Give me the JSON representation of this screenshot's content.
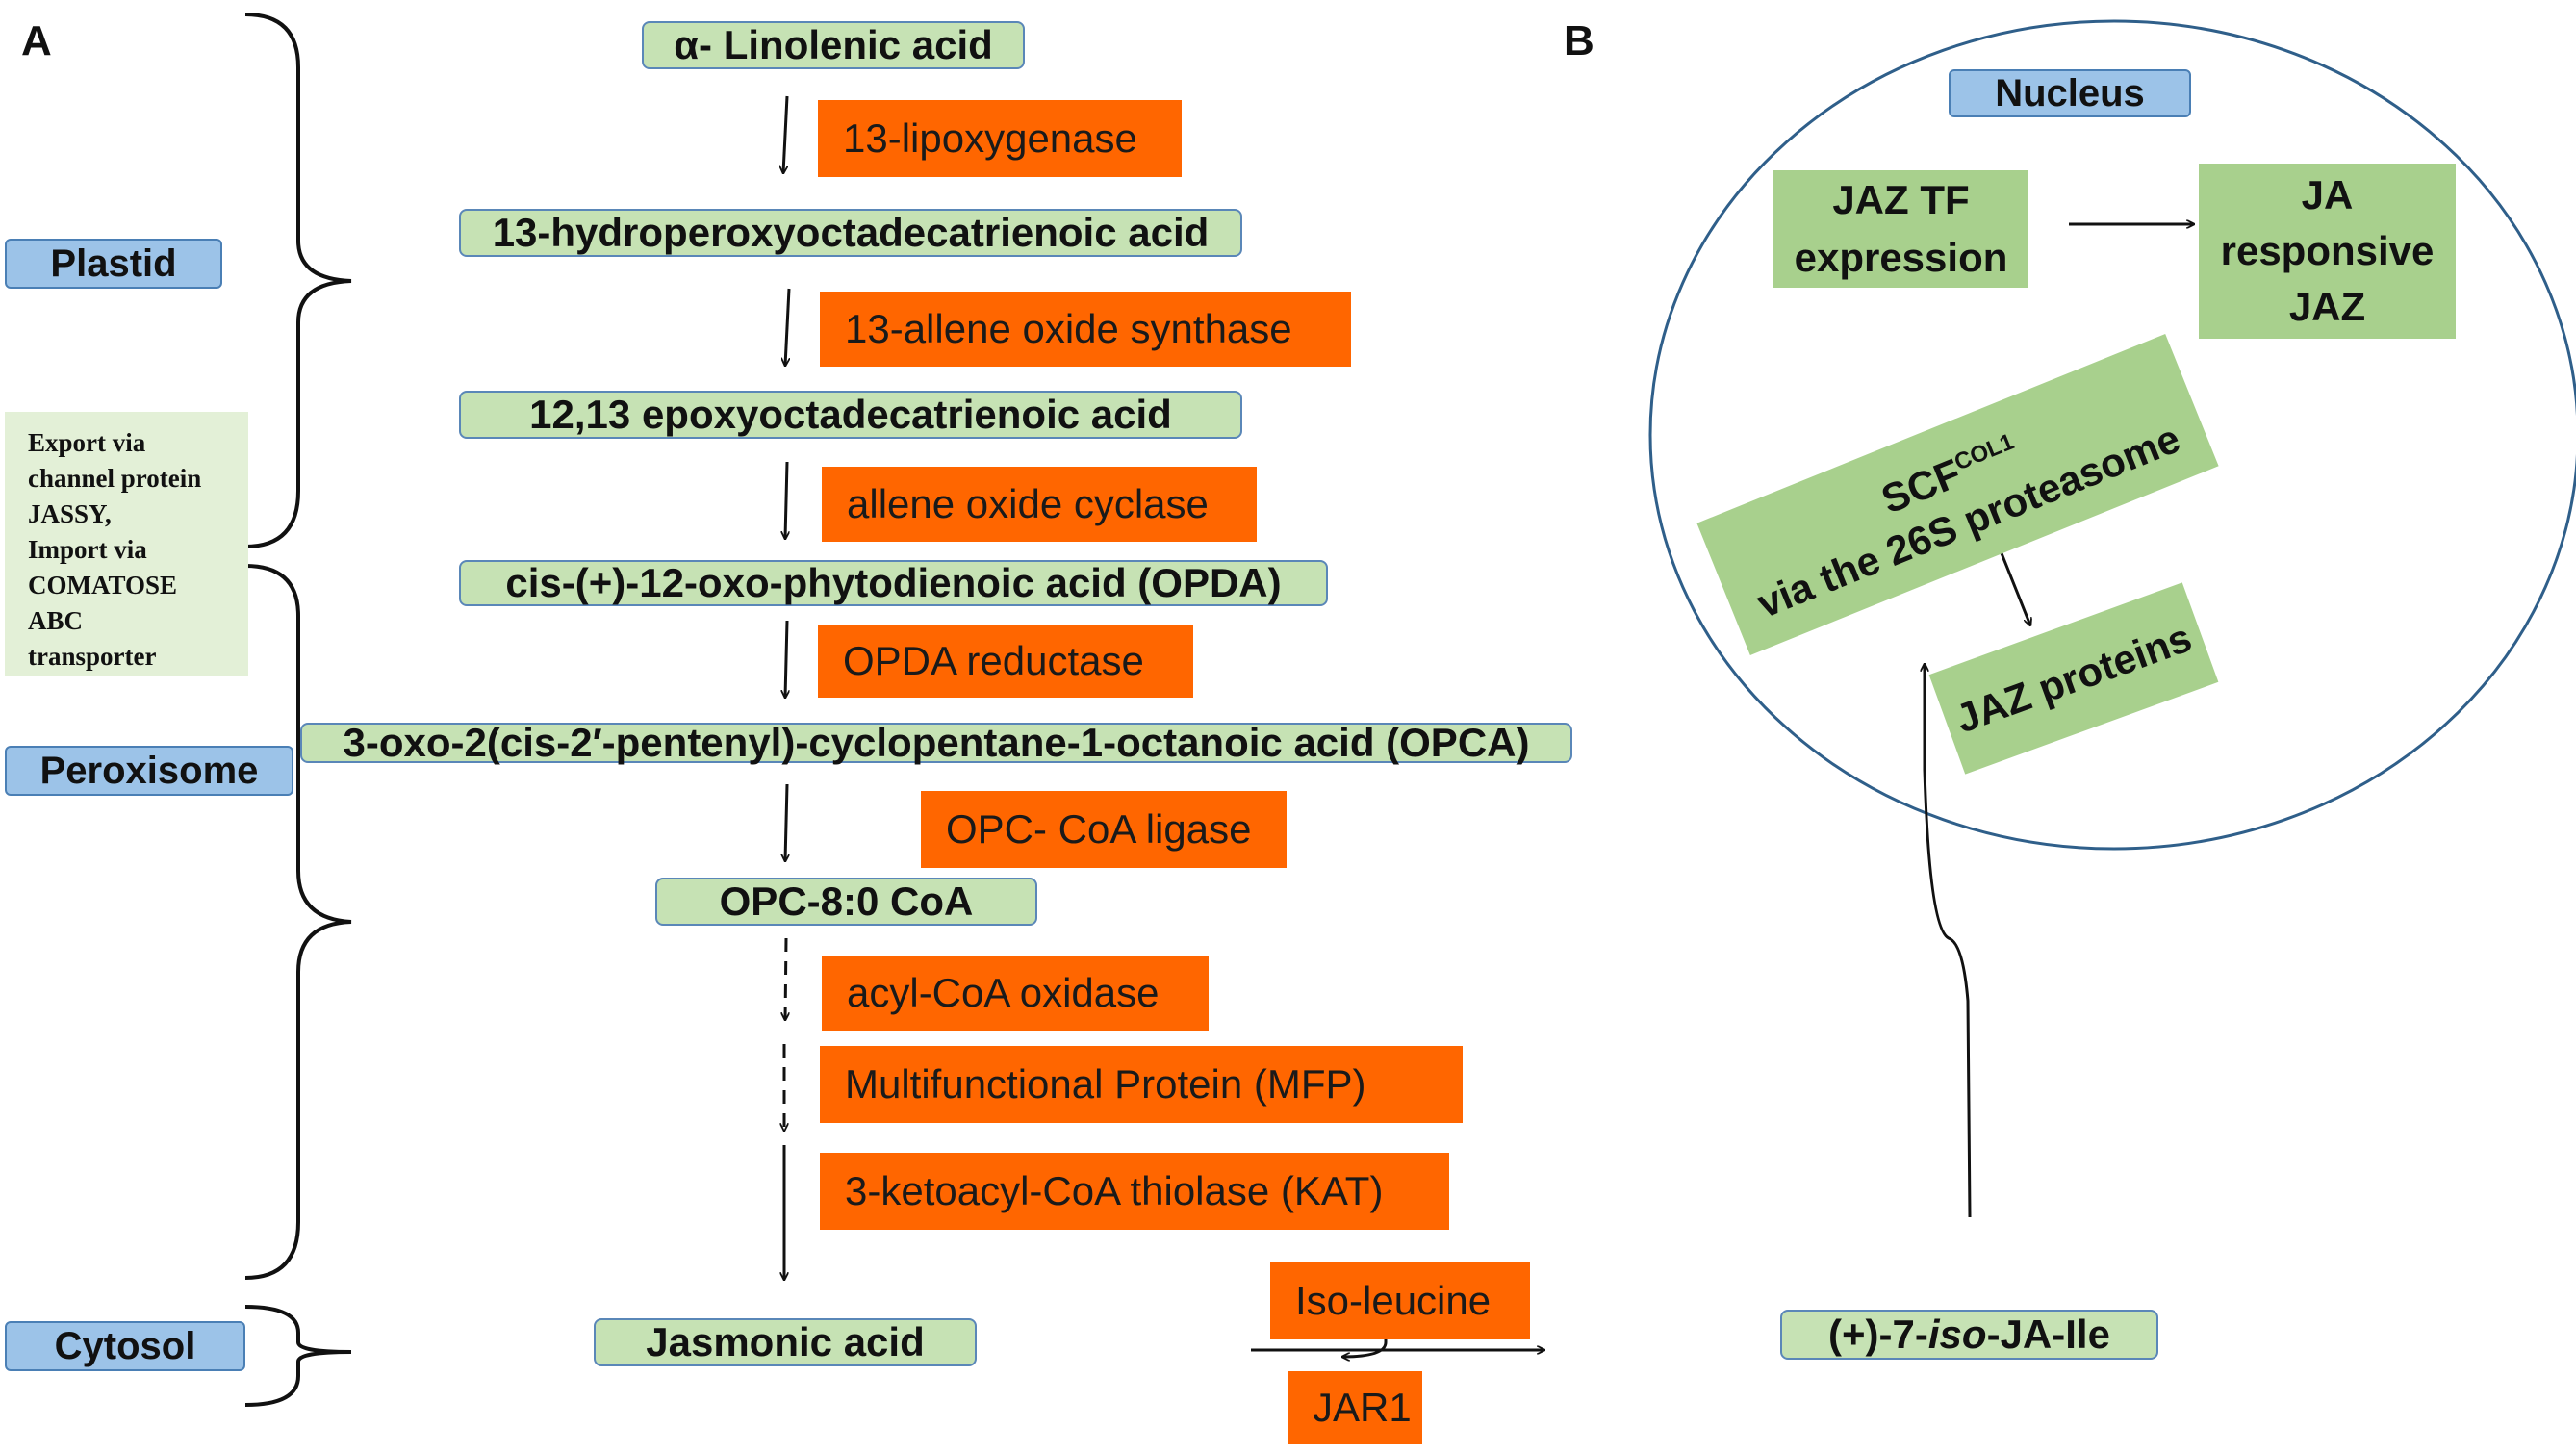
{
  "panels": {
    "a_label": "A",
    "b_label": "B"
  },
  "compartments": {
    "plastid": "Plastid",
    "peroxisome": "Peroxisome",
    "cytosol": "Cytosol"
  },
  "export_note": "Export via\nchannel protein\nJASSY,\n Import via\nCOMATOSE\nABC\ntransporter",
  "metabolites": [
    "α- Linolenic  acid",
    "13-hydroperoxyoctadecatrienoic acid",
    "12,13 epoxyoctadecatrienoic acid",
    "cis-(+)-12-oxo-phytodienoic acid (OPDA)",
    "3-oxo-2(cis-2′-pentenyl)-cyclopentane-1-octanoic acid (OPCA)",
    "OPC-8:0 CoA",
    "Jasmonic acid"
  ],
  "enzymes": [
    "13-lipoxygenase",
    "13-allene oxide synthase",
    "allene oxide cyclase",
    "OPDA reductase",
    "OPC- CoA ligase",
    "acyl-CoA oxidase",
    "Multifunctional Protein (MFP)",
    "3-ketoacyl-CoA thiolase (KAT)",
    "Iso-leucine",
    "JAR1"
  ],
  "conjugate": {
    "prefix": "(+)-7-",
    "italic": "iso",
    "suffix": "-JA-Ile"
  },
  "nucleus": {
    "title": "Nucleus",
    "jaz_tf": "JAZ TF\nexpression",
    "ja_responsive": "JA\nresponsive\nJAZ",
    "scf_main": "SCF",
    "scf_sup": "COL1",
    "scf_line2": "via the 26S proteasome",
    "jaz_proteins": "JAZ proteins"
  },
  "colors": {
    "metabolite_fill": "#c6e2b4",
    "metabolite_border": "#5a87b8",
    "enzyme_fill": "#ff6600",
    "compartment_fill": "#9cc3e8",
    "note_fill": "#e3f0d7",
    "nucleus_box_fill": "#a8d08d",
    "nucleus_border": "#2f5f8a"
  }
}
